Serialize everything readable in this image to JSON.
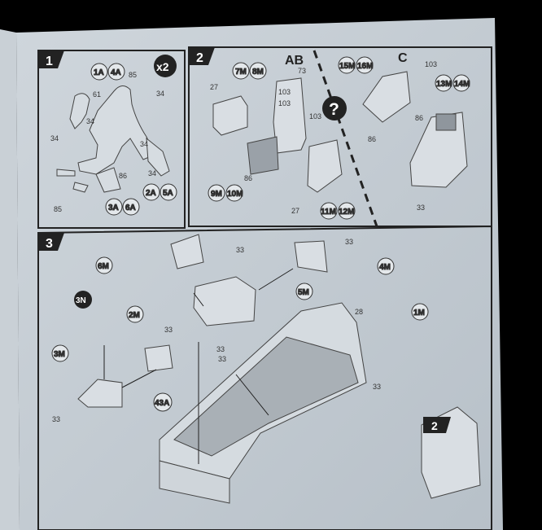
{
  "steps": [
    {
      "number": "1",
      "badge": "x2"
    },
    {
      "number": "2",
      "headings": [
        "AB",
        "C"
      ]
    },
    {
      "number": "3"
    }
  ],
  "step1": {
    "circled": [
      "1A",
      "4A",
      "2A",
      "5A",
      "3A",
      "6A"
    ],
    "numbers": [
      "85",
      "61",
      "34",
      "34",
      "34",
      "34",
      "34",
      "86",
      "85"
    ]
  },
  "step2": {
    "circled": [
      "7M",
      "8M",
      "9M",
      "10M",
      "11M",
      "12M",
      "15M",
      "16M",
      "13M",
      "14M"
    ],
    "numbers": [
      "73",
      "27",
      "103",
      "103",
      "86",
      "27",
      "103",
      "86",
      "86",
      "33"
    ]
  },
  "step3": {
    "circled": [
      "6M",
      "4M",
      "5M",
      "2M",
      "3M",
      "43A",
      "1M"
    ],
    "black_circled": "3N",
    "numbers": [
      "33",
      "33",
      "33",
      "28",
      "33",
      "33",
      "33",
      "33"
    ],
    "ref_step": "2"
  },
  "icons": {
    "question": "question-mark-icon"
  },
  "colors": {
    "paper": "#c4ccd4",
    "ink": "#222222",
    "background": "#000000"
  }
}
